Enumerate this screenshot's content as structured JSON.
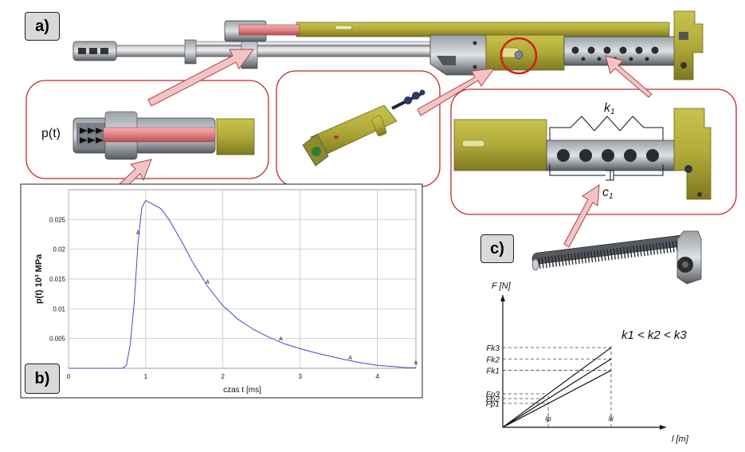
{
  "labels": {
    "a": "a)",
    "b": "b)",
    "c": "c)",
    "pressure_label": "p(t)",
    "spring_k": "k",
    "spring_k_sub": "1",
    "spring_c": "c",
    "spring_c_sub": "1"
  },
  "colors": {
    "olive": "#a8a234",
    "olive_dark": "#7f7a22",
    "steel": "#8a8e94",
    "red_box": "#c0282b",
    "arrow_fill": "#f4c4c4",
    "curve": "#3b4fc4"
  },
  "chart_data": [
    {
      "type": "line",
      "ylabel": "p(t) 10³ MPa",
      "xlabel": "czas t [ms]",
      "xlim": [
        0,
        4.5
      ],
      "ylim": [
        0,
        0.03
      ],
      "xticks": [
        "0",
        "1",
        "2",
        "3",
        "4"
      ],
      "yticks": [
        "0.005",
        "0.01",
        "0.015",
        "0.02",
        "0.025"
      ],
      "grid": true,
      "series": [
        {
          "x": [
            0,
            0.7,
            0.75,
            0.8,
            0.85,
            0.9,
            0.95,
            1.0,
            1.1,
            1.2,
            1.3,
            1.4,
            1.5,
            1.6,
            1.8,
            2.0,
            2.2,
            2.4,
            2.6,
            2.8,
            3.0,
            3.2,
            3.4,
            3.6,
            3.8,
            4.0,
            4.2,
            4.4,
            4.5
          ],
          "y": [
            0,
            0,
            0.0005,
            0.004,
            0.011,
            0.021,
            0.027,
            0.0282,
            0.0275,
            0.0268,
            0.025,
            0.0228,
            0.0205,
            0.018,
            0.0138,
            0.0105,
            0.0082,
            0.0065,
            0.0052,
            0.0041,
            0.0033,
            0.0026,
            0.002,
            0.0014,
            0.0009,
            0.0005,
            0.0003,
            0.0001,
            0.0001
          ],
          "markers": [
            {
              "x": 0.9,
              "y": 0.0225,
              "label": "A"
            },
            {
              "x": 1.8,
              "y": 0.0142,
              "label": "A"
            },
            {
              "x": 2.75,
              "y": 0.0046,
              "label": "A"
            },
            {
              "x": 3.65,
              "y": 0.0015,
              "label": "A"
            },
            {
              "x": 4.5,
              "y": 0.0006,
              "label": "A"
            }
          ]
        }
      ]
    },
    {
      "type": "line",
      "ylabel": "F [N]",
      "xlabel": "l [m]",
      "xticks": [
        "lp",
        "lk"
      ],
      "yticks": [
        "Fp1",
        "Fp2",
        "Fp3",
        "Fk1",
        "Fk2",
        "Fk3"
      ],
      "annotation": "k1 < k2 < k3",
      "series": [
        {
          "name": "k1",
          "x": [
            0,
            1
          ],
          "y": [
            0,
            1.0
          ]
        },
        {
          "name": "k2",
          "x": [
            0,
            1
          ],
          "y": [
            0,
            1.2
          ]
        },
        {
          "name": "k3",
          "x": [
            0,
            1
          ],
          "y": [
            0,
            1.4
          ]
        }
      ],
      "lp_fraction": 0.42
    }
  ]
}
